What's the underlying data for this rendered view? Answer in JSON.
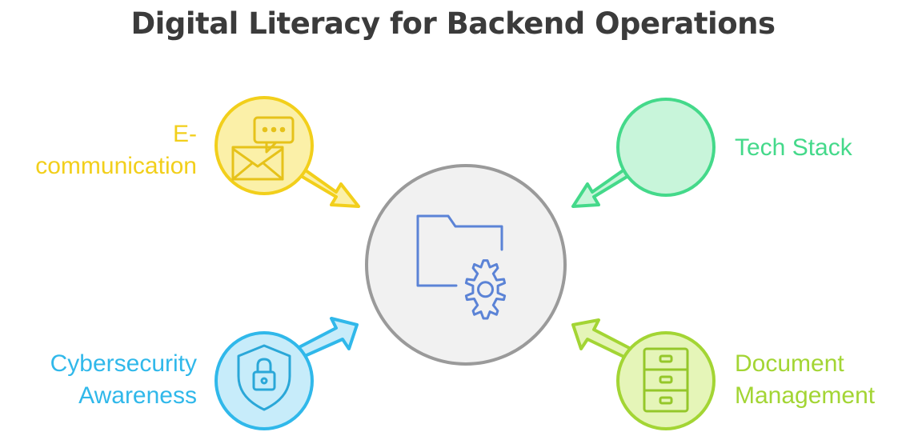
{
  "title": "Digital Literacy for Backend Operations",
  "colors": {
    "e_communication": "#f2cf1b",
    "tech_stack": "#44d98a",
    "cybersecurity": "#30b8ea",
    "document_management": "#a3d534",
    "center": "#9a9a9a",
    "center_icon": "#5b83d6"
  },
  "center": {
    "icon": "folder-gear-icon"
  },
  "nodes": {
    "e_communication": {
      "lines": [
        "E-",
        "communication"
      ],
      "icon": "mail-chat-icon"
    },
    "tech_stack": {
      "lines": [
        "Tech Stack"
      ],
      "icon": ""
    },
    "cybersecurity": {
      "lines": [
        "Cybersecurity",
        "Awareness"
      ],
      "icon": "shield-lock-icon"
    },
    "document_management": {
      "lines": [
        "Document",
        "Management"
      ],
      "icon": "file-cabinet-icon"
    }
  }
}
